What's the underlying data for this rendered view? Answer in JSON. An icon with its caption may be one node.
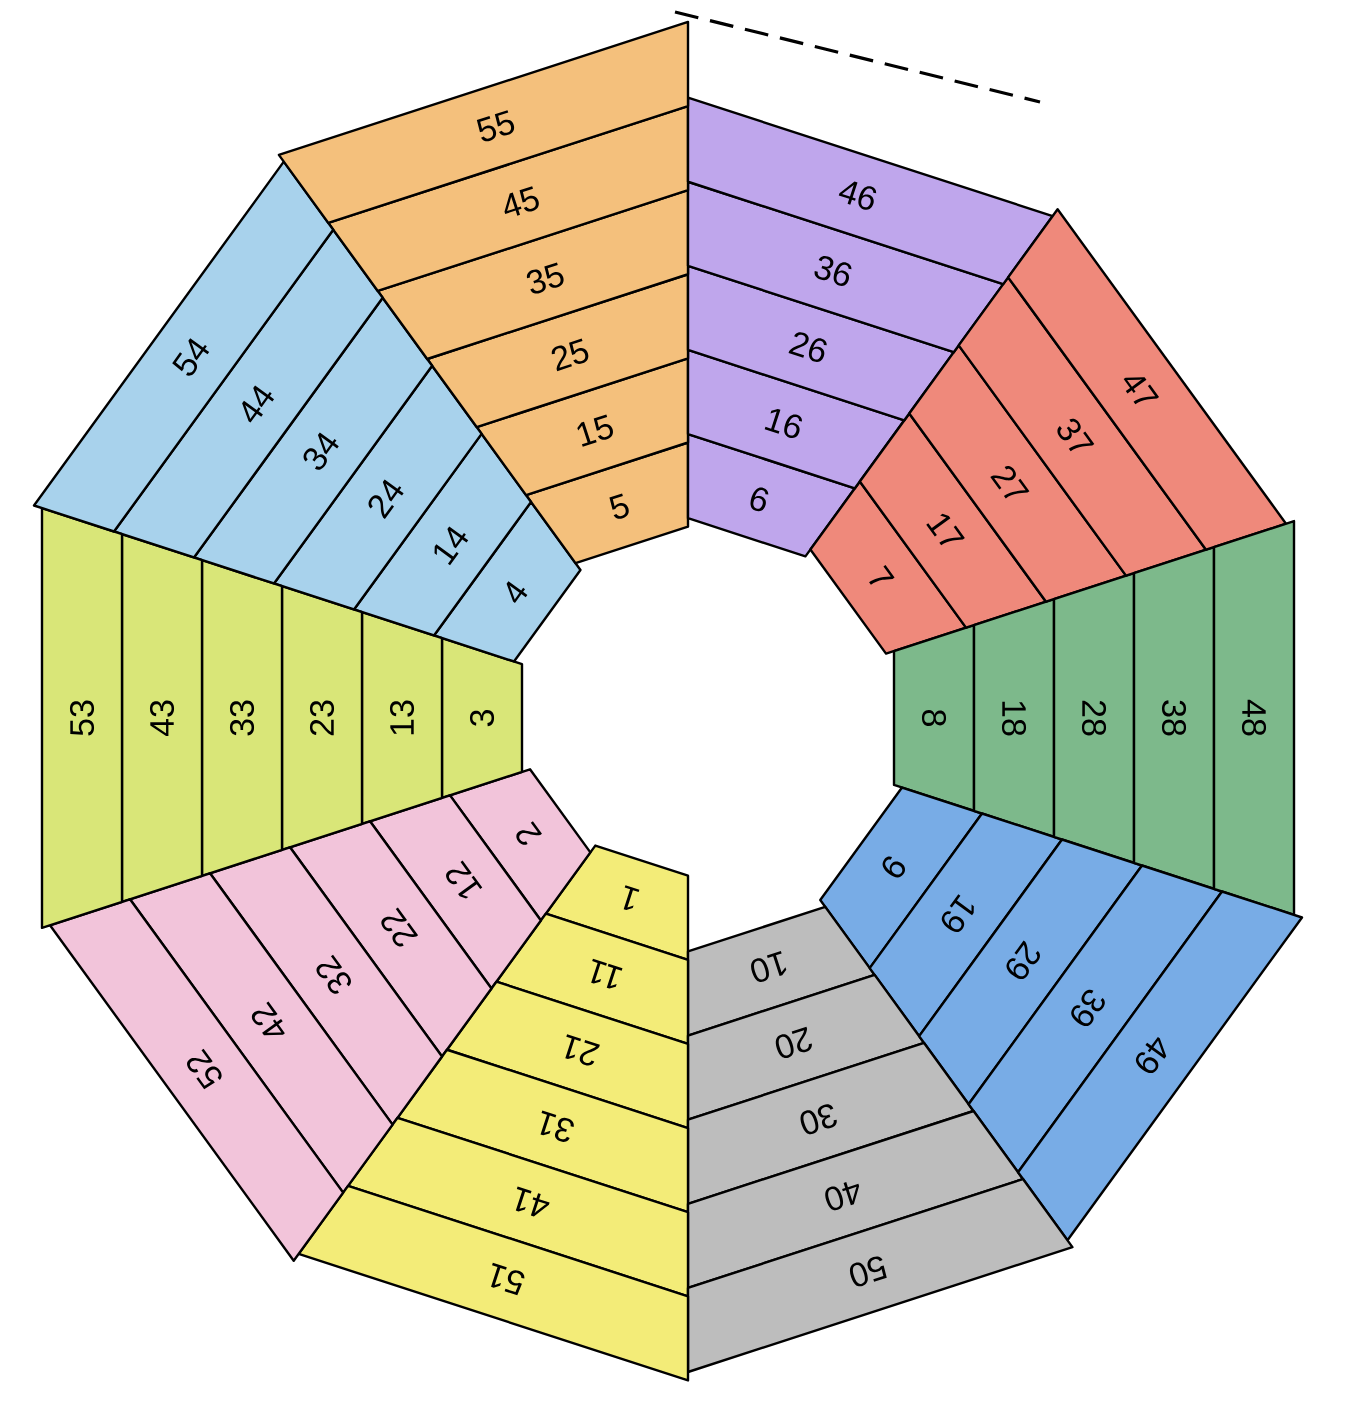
{
  "diagram": {
    "nodes": [
      {
        "text": [
          "1"
        ]
      },
      {
        "text": [
          "2"
        ]
      },
      {
        "text": [
          "3"
        ]
      },
      {
        "text": [
          "4"
        ]
      },
      {
        "text": [
          "5"
        ]
      },
      {
        "text": [
          "6"
        ]
      },
      {
        "text": [
          "7"
        ]
      },
      {
        "text": [
          "8"
        ]
      },
      {
        "text": [
          "9"
        ]
      },
      {
        "text": [
          "10"
        ]
      },
      {
        "text": [
          "11"
        ]
      },
      {
        "text": [
          "12"
        ]
      },
      {
        "text": [
          "13"
        ]
      },
      {
        "text": [
          "14"
        ]
      },
      {
        "text": [
          "15"
        ]
      },
      {
        "text": [
          "16"
        ]
      },
      {
        "text": [
          "17"
        ]
      },
      {
        "text": [
          "18"
        ]
      },
      {
        "text": [
          "19"
        ]
      },
      {
        "text": [
          "20"
        ]
      },
      {
        "text": [
          "21"
        ]
      },
      {
        "text": [
          "22"
        ]
      },
      {
        "text": [
          "23"
        ]
      },
      {
        "text": [
          "24"
        ]
      },
      {
        "text": [
          "25"
        ]
      },
      {
        "text": [
          "26"
        ]
      },
      {
        "text": [
          "27"
        ]
      },
      {
        "text": [
          "28"
        ]
      },
      {
        "text": [
          "29"
        ]
      },
      {
        "text": [
          "30"
        ]
      },
      {
        "text": [
          "31"
        ]
      },
      {
        "text": [
          "32"
        ]
      },
      {
        "text": [
          "33"
        ]
      },
      {
        "text": [
          "34"
        ]
      },
      {
        "text": [
          "35"
        ]
      },
      {
        "text": [
          "36"
        ]
      },
      {
        "text": [
          "37"
        ]
      },
      {
        "text": [
          "38"
        ]
      },
      {
        "text": [
          "39"
        ]
      },
      {
        "text": [
          "40"
        ]
      },
      {
        "text": [
          "41"
        ]
      },
      {
        "text": [
          "42"
        ]
      },
      {
        "text": [
          "43"
        ]
      },
      {
        "text": [
          "44"
        ]
      },
      {
        "text": [
          "45"
        ]
      },
      {
        "text": [
          "46"
        ]
      },
      {
        "text": [
          "47"
        ]
      },
      {
        "text": [
          "48"
        ]
      },
      {
        "text": [
          "49"
        ]
      },
      {
        "text": [
          "50"
        ]
      },
      {
        "text": [
          "51"
        ]
      },
      {
        "text": [
          "52"
        ]
      },
      {
        "text": [
          "53"
        ]
      },
      {
        "text": [
          "54"
        ]
      },
      {
        "text": [
          "55"
        ]
      }
    ]
  }
}
